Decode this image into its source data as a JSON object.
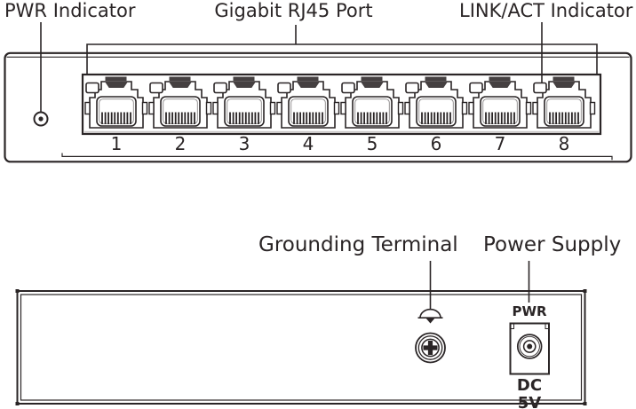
{
  "front_view": {
    "callouts": {
      "pwr_indicator": "PWR Indicator",
      "gigabit_port": "Gigabit RJ45 Port",
      "link_act_indicator": "LINK/ACT Indicator"
    },
    "port_numbers": [
      "1",
      "2",
      "3",
      "4",
      "5",
      "6",
      "7",
      "8"
    ]
  },
  "rear_view": {
    "callouts": {
      "grounding_terminal": "Grounding Terminal",
      "power_supply": "Power Supply"
    },
    "power_jack_label": "PWR",
    "power_jack_voltage": "DC 5V"
  },
  "icons": {
    "pwr_led": "power-led-indicator-icon",
    "rj45_port": "rj45-port-icon",
    "port_led": "link-act-led-icon",
    "grounding_symbol": "earth-ground-symbol-icon",
    "grounding_screw": "grounding-screw-icon",
    "dc_jack": "dc-barrel-jack-icon"
  },
  "colors": {
    "line": "#2a2526",
    "text": "#2a2526",
    "shade_dark": "#454041",
    "shade_light": "#c9c7c7",
    "background": "#ffffff"
  }
}
